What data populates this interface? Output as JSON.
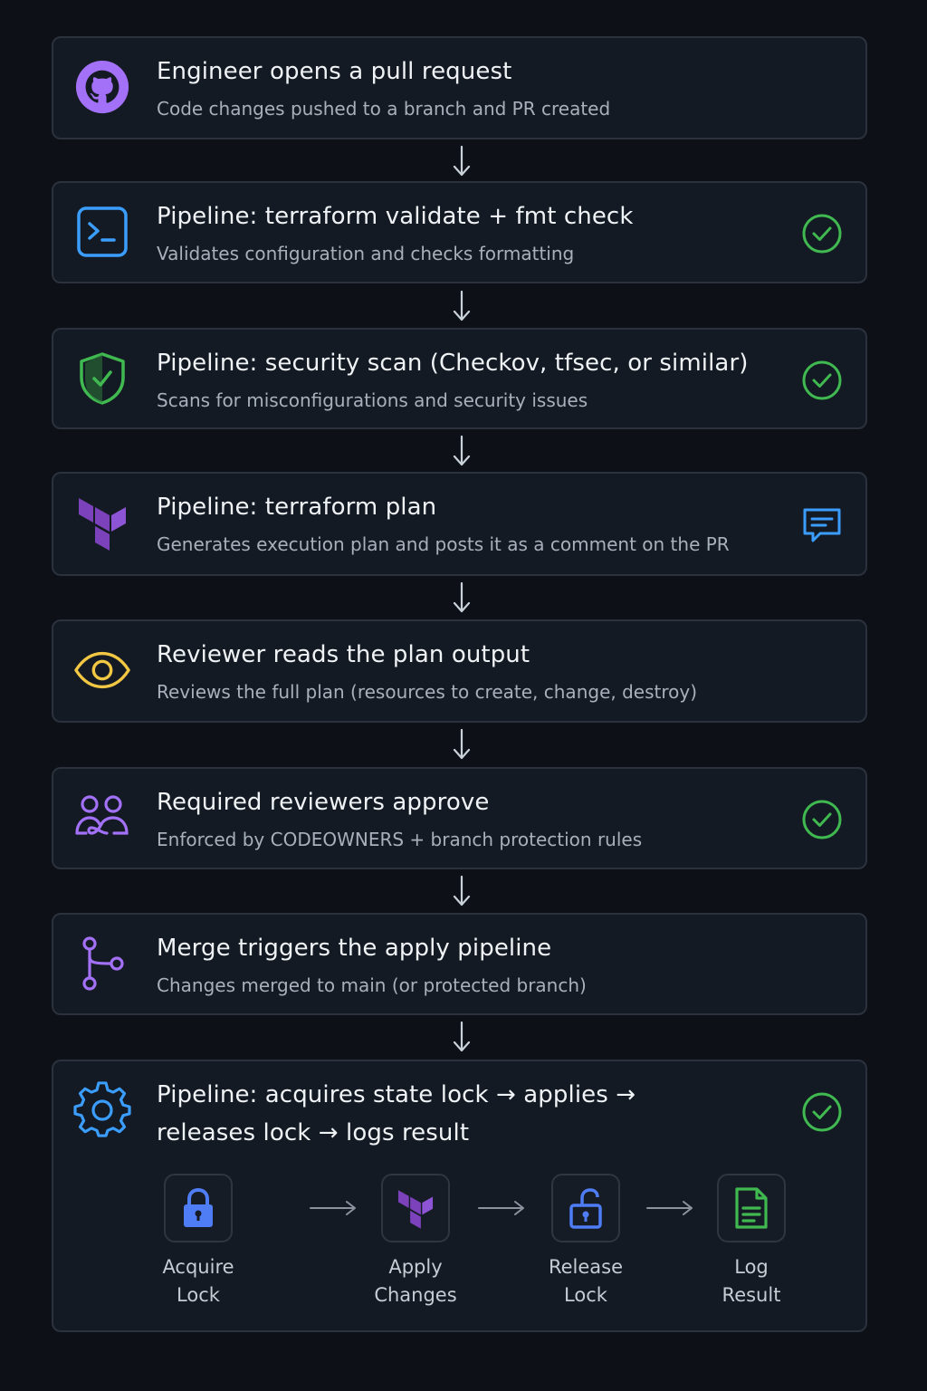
{
  "steps": [
    {
      "title": "Engineer opens a pull request",
      "subtitle": "Code changes pushed to a branch and PR created",
      "icon": "github-icon",
      "status": null
    },
    {
      "title": "Pipeline: terraform validate + fmt check",
      "subtitle": "Validates configuration and checks formatting",
      "icon": "terminal-icon",
      "status": "check-icon"
    },
    {
      "title": "Pipeline: security scan (Checkov, tfsec, or similar)",
      "subtitle": "Scans for misconfigurations and security issues",
      "icon": "shield-check-icon",
      "status": "check-icon"
    },
    {
      "title": "Pipeline: terraform plan",
      "subtitle": "Generates execution plan and posts it as a comment on the PR",
      "icon": "terraform-icon",
      "status": "comment-icon"
    },
    {
      "title": "Reviewer reads the plan output",
      "subtitle": "Reviews the full plan (resources to create, change, destroy)",
      "icon": "eye-icon",
      "status": null
    },
    {
      "title": "Required reviewers approve",
      "subtitle": "Enforced by CODEOWNERS + branch protection rules",
      "icon": "users-icon",
      "status": "check-icon"
    },
    {
      "title": "Merge triggers the apply pipeline",
      "subtitle": "Changes merged to main (or protected branch)",
      "icon": "git-merge-icon",
      "status": null
    }
  ],
  "final_step": {
    "title_line1": "Pipeline: acquires state lock → applies →",
    "title_line2": "releases lock → logs result",
    "icon": "gear-icon",
    "status": "check-icon",
    "substeps": [
      {
        "line1": "Acquire",
        "line2": "Lock",
        "icon": "lock-icon"
      },
      {
        "line1": "Apply",
        "line2": "Changes",
        "icon": "terraform-icon"
      },
      {
        "line1": "Release",
        "line2": "Lock",
        "icon": "unlock-icon"
      },
      {
        "line1": "Log",
        "line2": "Result",
        "icon": "document-icon"
      }
    ]
  },
  "colors": {
    "background": "#0d1117",
    "card": "#141a23",
    "check_green": "#3fb950",
    "github_purple": "#a371f7",
    "terminal_blue": "#3b9eff",
    "terraform_purple": "#7b42bc",
    "eye_yellow": "#f2c744",
    "lock_blue": "#4f7df5"
  }
}
